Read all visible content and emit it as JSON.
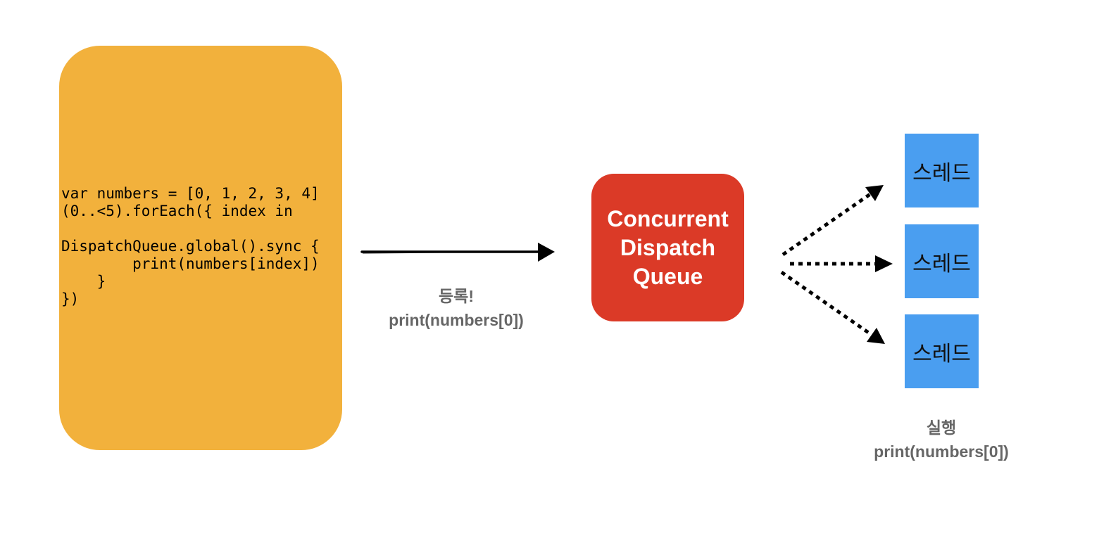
{
  "code_block": {
    "lines": [
      "var numbers = [0, 1, 2, 3, 4]",
      "(0..<5).forEach({ index in",
      "",
      "DispatchQueue.global().sync {",
      "        print(numbers[index])",
      "    }",
      "})"
    ]
  },
  "queue": {
    "lines": [
      "Concurrent",
      "Dispatch",
      "Queue"
    ]
  },
  "threads": [
    "스레드",
    "스레드",
    "스레드"
  ],
  "register_caption": {
    "line1": "등록!",
    "line2": "print(numbers[0])"
  },
  "execute_caption": {
    "line1": "실행",
    "line2": "print(numbers[0])"
  },
  "colors": {
    "code_box": "#f2b13c",
    "queue_box": "#db3a27",
    "thread_box": "#4a9ef0",
    "caption_text": "#666666"
  }
}
